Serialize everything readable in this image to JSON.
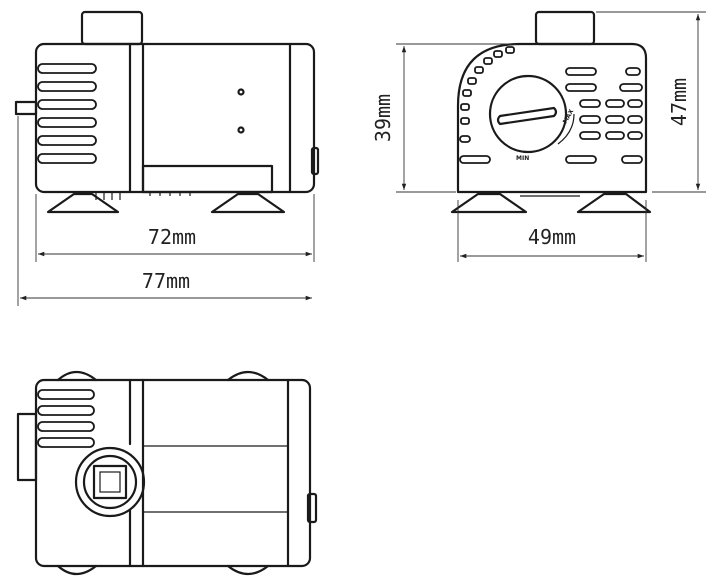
{
  "dimensions": {
    "base_width": "72mm",
    "total_width": "77mm",
    "depth": "49mm",
    "body_height": "39mm",
    "total_height": "47mm"
  },
  "dial": {
    "max_label": "MAX",
    "min_label": "MIN"
  },
  "colors": {
    "line": "#1a1a1a",
    "background": "#ffffff"
  }
}
